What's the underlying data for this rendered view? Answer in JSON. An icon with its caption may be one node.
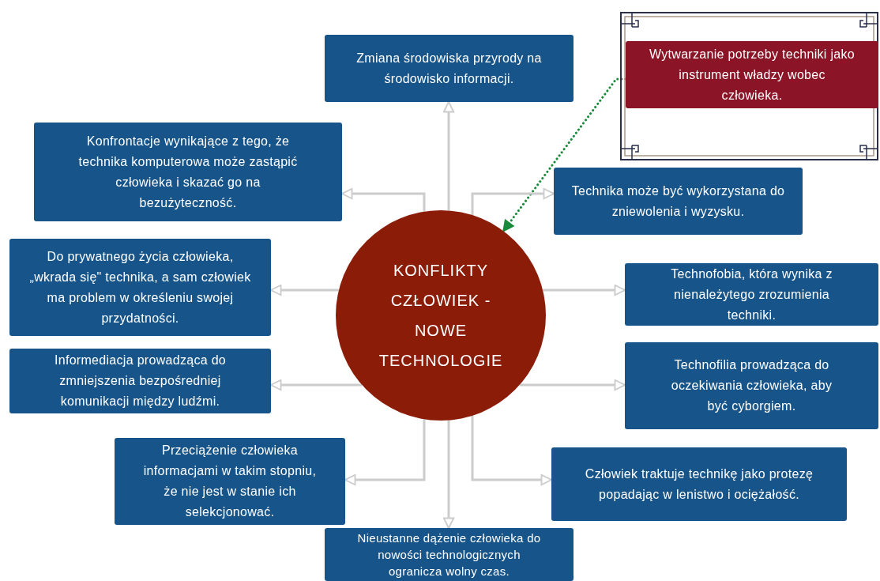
{
  "diagram": {
    "nodes": [
      {
        "text": [
          "Zmiana środowiska przyrody na środowisko informacji."
        ]
      },
      {
        "text": [],
        "shape": "box"
      },
      {
        "text": [
          "Wytwarzanie potrzeby techniki jako instrument władzy wobec człowieka."
        ],
        "in": 1
      },
      {
        "text": [
          "Konfrontacje wynikające z tego, że technika komputerowa może zastąpić człowieka i skazać go na bezużyteczność."
        ]
      },
      {
        "text": [
          "Technika może być wykorzystana do zniewolenia i wyzysku."
        ]
      },
      {
        "text": [
          "Do prywatnego życia człowieka, „wkrada się\" technika, a sam człowiek ma problem w określeniu swojej przydatności."
        ]
      },
      {
        "text": [
          "KONFLIKTY CZŁOWIEK - NOWE TECHNOLOGIE"
        ]
      },
      {
        "text": [
          "Technofobia, która wynika z nienależytego zrozumienia techniki."
        ]
      },
      {
        "text": [
          "Informediacja prowadząca do zmniejszenia bezpośredniej komunikacji między ludźmi."
        ]
      },
      {
        "text": [
          "Technofilia prowadząca do oczekiwania człowieka, aby być cyborgiem."
        ]
      },
      {
        "text": [
          "Przeciążenie człowieka informacjami w takim stopniu, że nie jest w stanie ich selekcjonować."
        ]
      },
      {
        "text": [
          "Człowiek traktuje technikę jako protezę popadając w lenistwo i ociężałość."
        ]
      },
      {
        "text": [
          "Nieustanne dążenie człowieka do nowości technologicznych ogranicza wolny czas."
        ]
      }
    ],
    "edges": [
      {
        "from": 6,
        "to": 0,
        "arrow": "to"
      },
      {
        "from": 2,
        "to": 6,
        "arrow": "to",
        "style": "dashed",
        "color": "#1a8a3c"
      },
      {
        "from": 6,
        "to": 3,
        "arrow": "to"
      },
      {
        "from": 6,
        "to": 4,
        "arrow": "to"
      },
      {
        "from": 6,
        "to": 5,
        "arrow": "to"
      },
      {
        "from": 6,
        "to": 7,
        "arrow": "to"
      },
      {
        "from": 6,
        "to": 8,
        "arrow": "to"
      },
      {
        "from": 6,
        "to": 9,
        "arrow": "to"
      },
      {
        "from": 6,
        "to": 10,
        "arrow": "to"
      },
      {
        "from": 6,
        "to": 11,
        "arrow": "to"
      },
      {
        "from": 6,
        "to": 12,
        "arrow": "to"
      }
    ]
  }
}
